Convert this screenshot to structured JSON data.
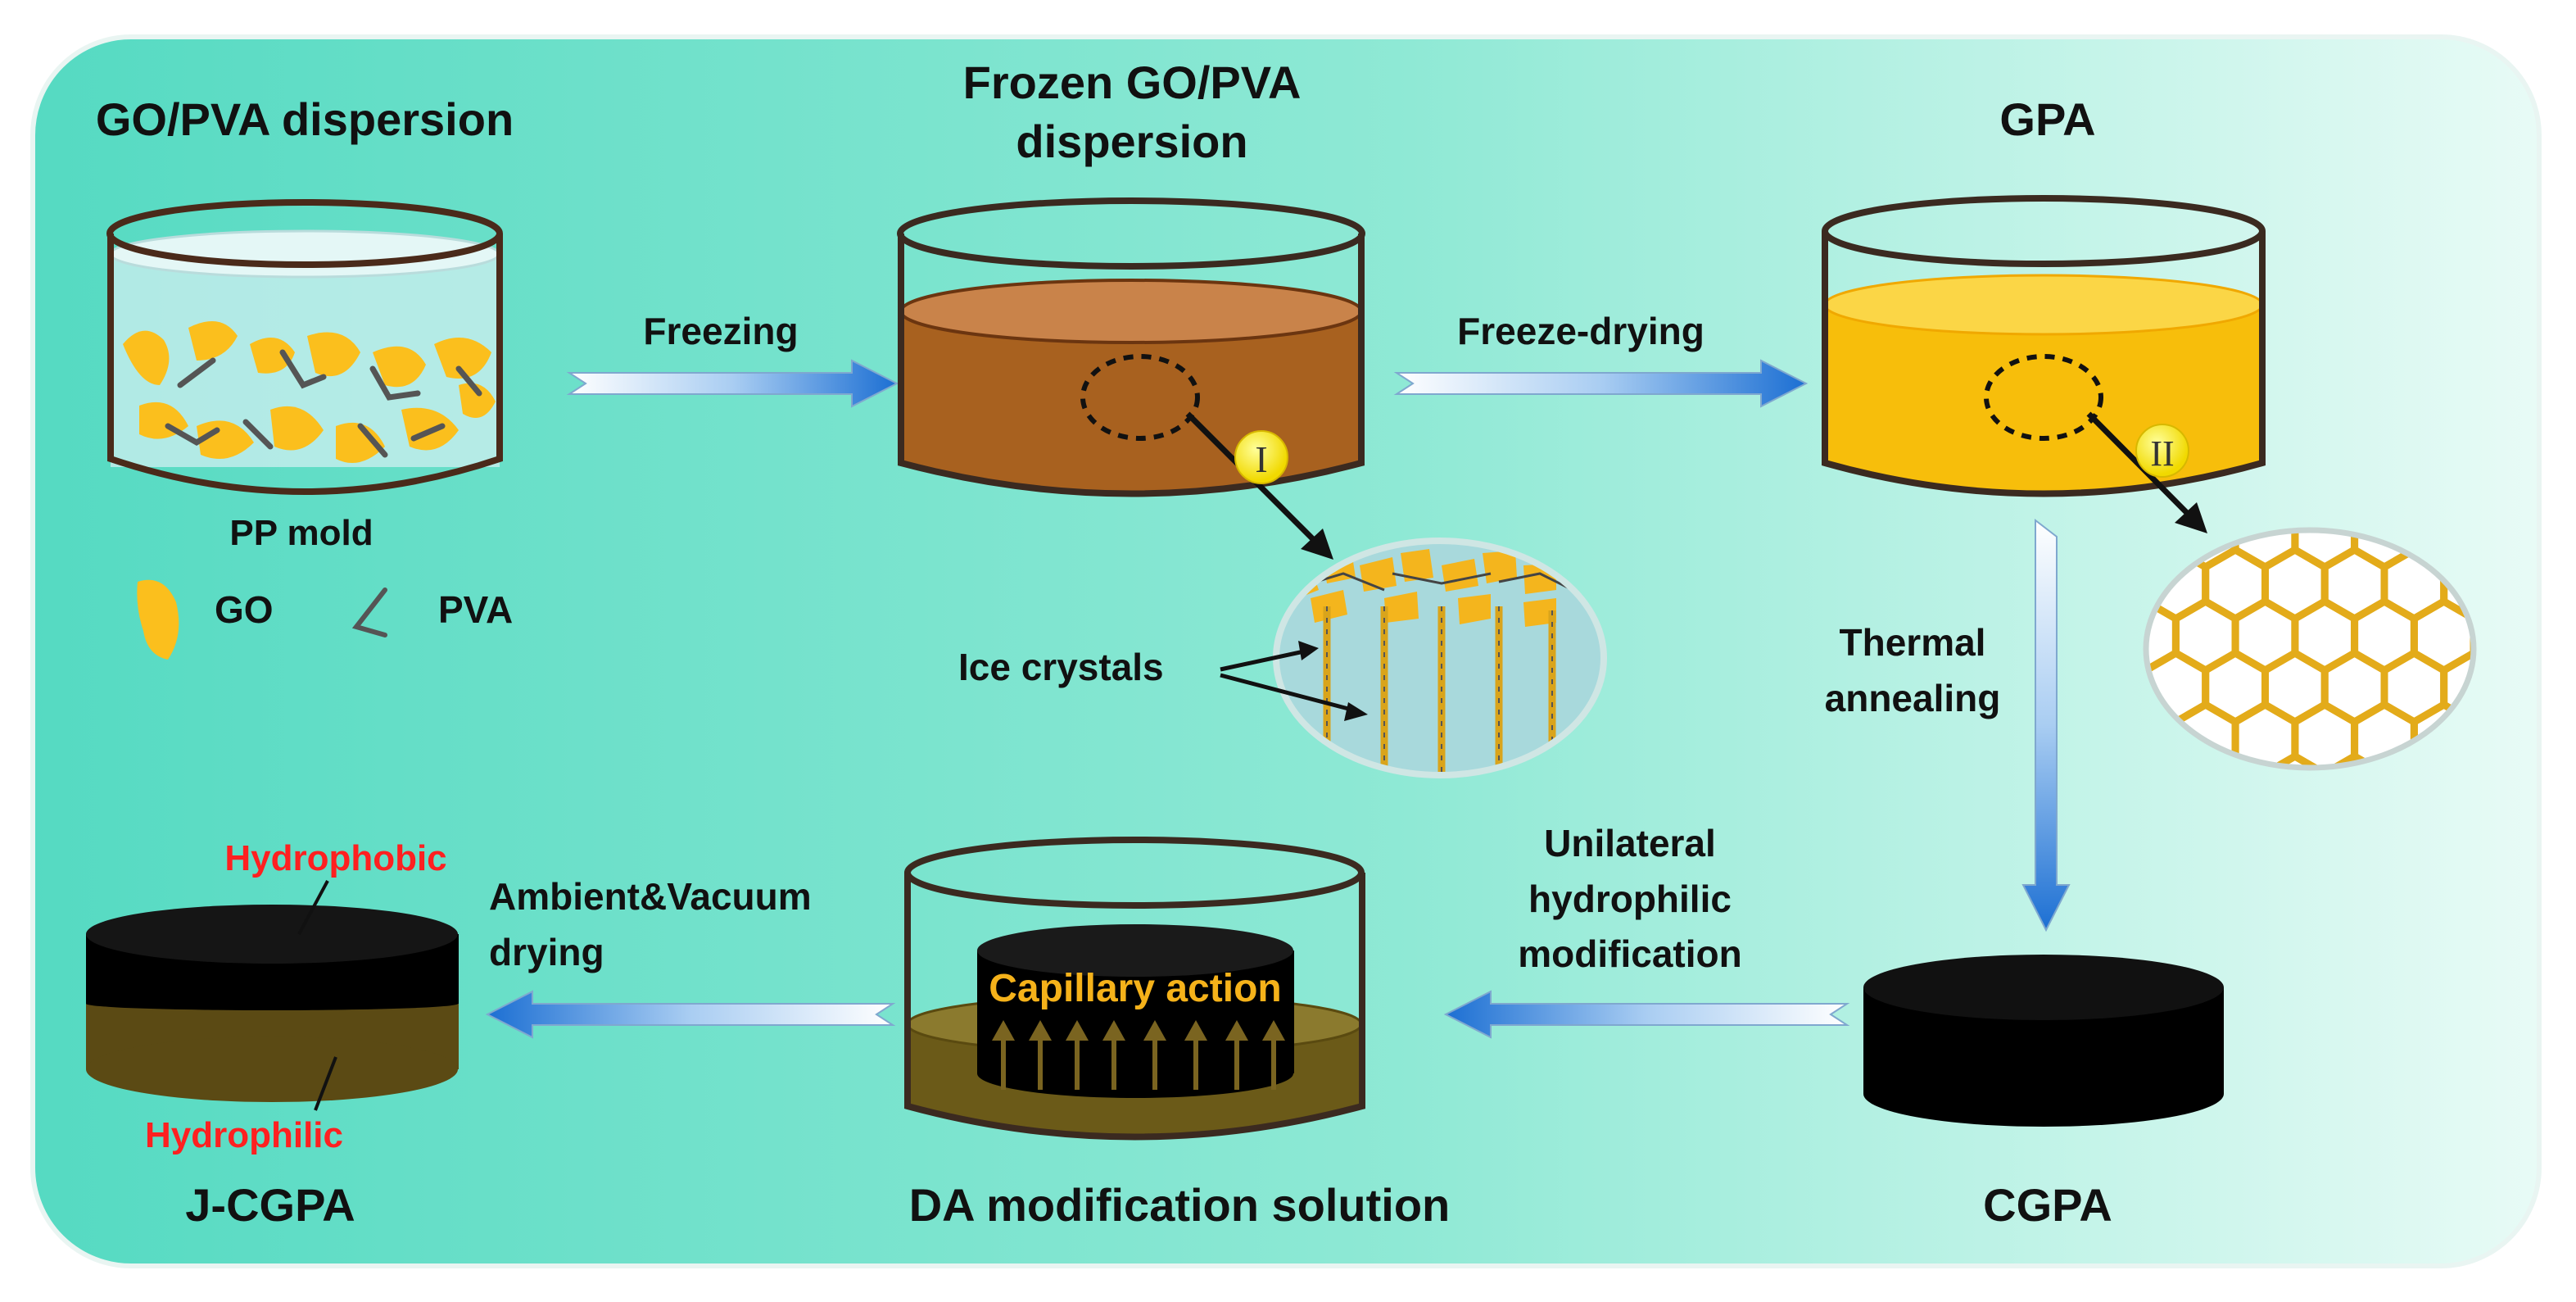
{
  "stages": {
    "dispersion_title": "GO/PVA dispersion",
    "frozen_title_line1": "Frozen GO/PVA",
    "frozen_title_line2": "dispersion",
    "gpa_title": "GPA",
    "cgpa_title": "CGPA",
    "da_title": "DA modification solution",
    "jcgpa_title": "J-CGPA"
  },
  "labels": {
    "pp_mold": "PP mold",
    "legend_go": "GO",
    "legend_pva": "PVA",
    "ice_crystals": "Ice crystals",
    "capillary_action": "Capillary action",
    "hydrophobic": "Hydrophobic",
    "hydrophilic": "Hydrophilic",
    "marker_1": "I",
    "marker_2": "II"
  },
  "steps": {
    "freezing": "Freezing",
    "freeze_drying": "Freeze-drying",
    "thermal_line1": "Thermal",
    "thermal_line2": "annealing",
    "unilateral_line1": "Unilateral",
    "unilateral_line2": "hydrophilic",
    "unilateral_line3": "modification",
    "ambient_line1": "Ambient&Vacuum",
    "ambient_line2": "drying"
  },
  "colors": {
    "background_left": "#57dcc4",
    "background_right": "#e6fbf5",
    "frozen_fill": "#a8611f",
    "gpa_fill": "#f7be0b",
    "go_sheet": "#fbbf1d",
    "cgpa_fill": "#000000",
    "hydrophilic_layer": "#5b4a14",
    "arrow_blue": "#2f7fd9",
    "warning_red": "#ff2020"
  }
}
